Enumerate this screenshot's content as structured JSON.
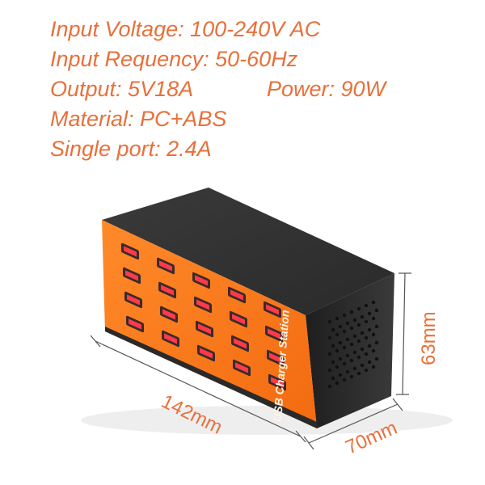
{
  "specs": {
    "input_voltage": "Input Voltage: 100-240V AC",
    "input_frequency": "Input Requency: 50-60Hz",
    "output": "Output: 5V18A",
    "power": "Power: 90W",
    "material": "Material: PC+ABS",
    "single_port": "Single port: 2.4A"
  },
  "product": {
    "name": "USB Charger Station",
    "port_count": 20,
    "colors": {
      "front": "#ff7a1a",
      "body": "#2d2d2d",
      "port": "#ff3a4a",
      "accent": "#e8703a"
    }
  },
  "dimensions": {
    "length": "142mm",
    "width": "70mm",
    "height": "63mm"
  }
}
